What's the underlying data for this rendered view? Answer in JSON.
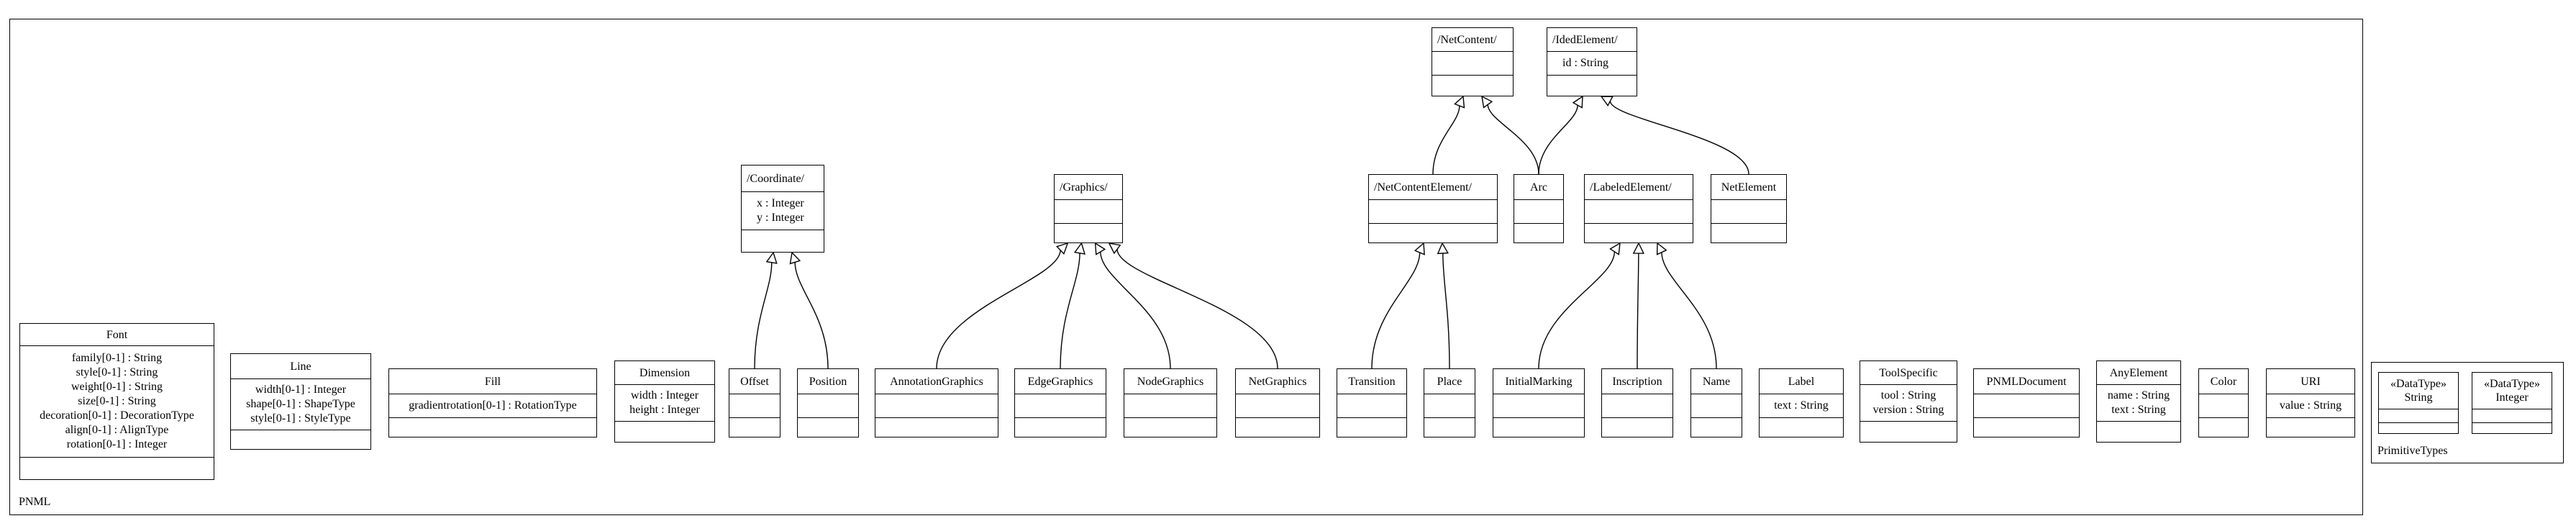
{
  "packages": {
    "pnml": {
      "label": "PNML"
    },
    "primitive_types": {
      "label": "PrimitiveTypes"
    }
  },
  "classes": {
    "net_content": {
      "name": "/NetContent/",
      "attrs": []
    },
    "ided_element": {
      "name": "/IdedElement/",
      "attrs": [
        "id : String"
      ]
    },
    "coordinate": {
      "name": "/Coordinate/",
      "attrs": [
        "x : Integer",
        "y : Integer"
      ]
    },
    "graphics": {
      "name": "/Graphics/",
      "attrs": []
    },
    "net_content_element": {
      "name": "/NetContentElement/",
      "attrs": []
    },
    "arc": {
      "name": "Arc",
      "attrs": []
    },
    "labeled_element": {
      "name": "/LabeledElement/",
      "attrs": []
    },
    "net_element": {
      "name": "NetElement",
      "attrs": []
    },
    "font": {
      "name": "Font",
      "attrs": [
        "family[0-1] : String",
        "style[0-1] : String",
        "weight[0-1] : String",
        "size[0-1] : String",
        "decoration[0-1] : DecorationType",
        "align[0-1] : AlignType",
        "rotation[0-1] : Integer"
      ]
    },
    "line": {
      "name": "Line",
      "attrs": [
        "width[0-1] : Integer",
        "shape[0-1] : ShapeType",
        "style[0-1] : StyleType"
      ]
    },
    "fill": {
      "name": "Fill",
      "attrs": [
        "gradientrotation[0-1] : RotationType"
      ]
    },
    "dimension": {
      "name": "Dimension",
      "attrs": [
        "width : Integer",
        "height : Integer"
      ]
    },
    "offset": {
      "name": "Offset",
      "attrs": []
    },
    "position": {
      "name": "Position",
      "attrs": []
    },
    "annotation_graphics": {
      "name": "AnnotationGraphics",
      "attrs": []
    },
    "edge_graphics": {
      "name": "EdgeGraphics",
      "attrs": []
    },
    "node_graphics": {
      "name": "NodeGraphics",
      "attrs": []
    },
    "net_graphics": {
      "name": "NetGraphics",
      "attrs": []
    },
    "transition": {
      "name": "Transition",
      "attrs": []
    },
    "place": {
      "name": "Place",
      "attrs": []
    },
    "initial_marking": {
      "name": "InitialMarking",
      "attrs": []
    },
    "inscription": {
      "name": "Inscription",
      "attrs": []
    },
    "name_cls": {
      "name": "Name",
      "attrs": []
    },
    "label": {
      "name": "Label",
      "attrs": [
        "text : String"
      ]
    },
    "tool_specific": {
      "name": "ToolSpecific",
      "attrs": [
        "tool : String",
        "version : String"
      ]
    },
    "pnml_document": {
      "name": "PNMLDocument",
      "attrs": []
    },
    "any_element": {
      "name": "AnyElement",
      "attrs": [
        "name : String",
        "text : String"
      ]
    },
    "color": {
      "name": "Color",
      "attrs": []
    },
    "uri": {
      "name": "URI",
      "attrs": [
        "value : String"
      ]
    },
    "string_type": {
      "stereotype": "«DataType»",
      "name": "String",
      "attrs": []
    },
    "integer_type": {
      "stereotype": "«DataType»",
      "name": "Integer",
      "attrs": []
    }
  },
  "generalizations": [
    {
      "from": "net_content_element",
      "to": "net_content"
    },
    {
      "from": "arc",
      "to": "net_content"
    },
    {
      "from": "arc",
      "to": "ided_element"
    },
    {
      "from": "net_element",
      "to": "ided_element"
    },
    {
      "from": "offset",
      "to": "coordinate"
    },
    {
      "from": "position",
      "to": "coordinate"
    },
    {
      "from": "annotation_graphics",
      "to": "graphics"
    },
    {
      "from": "edge_graphics",
      "to": "graphics"
    },
    {
      "from": "node_graphics",
      "to": "graphics"
    },
    {
      "from": "net_graphics",
      "to": "graphics"
    },
    {
      "from": "transition",
      "to": "net_content_element"
    },
    {
      "from": "place",
      "to": "net_content_element"
    },
    {
      "from": "initial_marking",
      "to": "labeled_element"
    },
    {
      "from": "inscription",
      "to": "labeled_element"
    },
    {
      "from": "name_cls",
      "to": "labeled_element"
    }
  ]
}
